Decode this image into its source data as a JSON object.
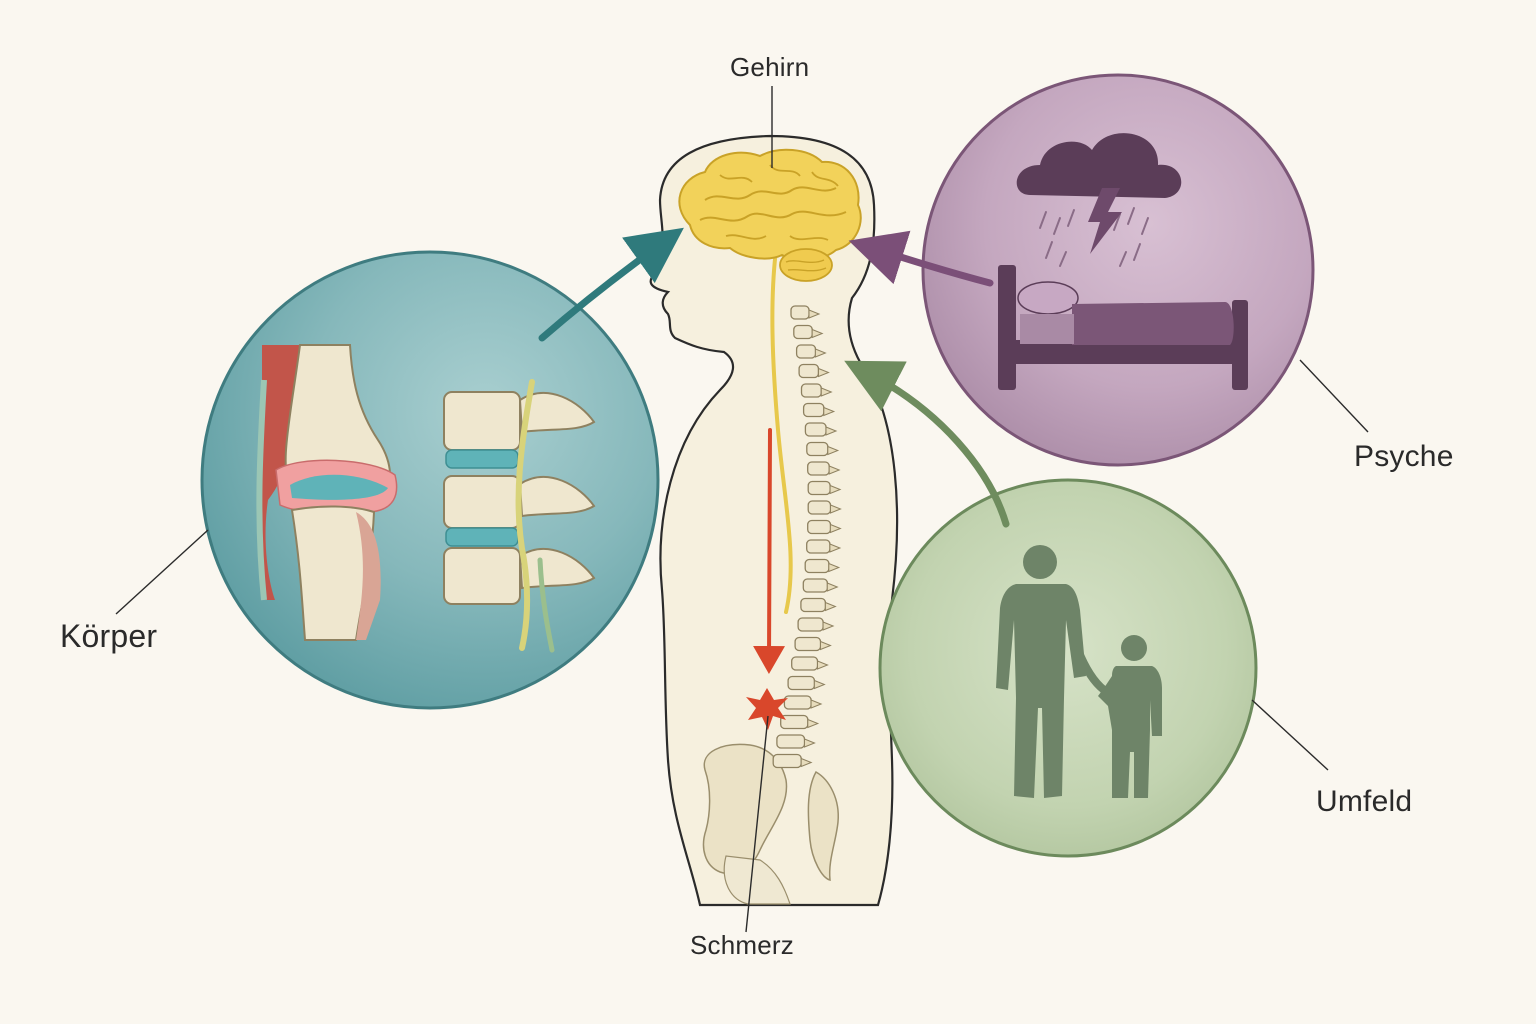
{
  "labels": {
    "brain": "Gehirn",
    "pain": "Schmerz",
    "body": "Körper",
    "psyche": "Psyche",
    "environment": "Umfeld"
  },
  "colors": {
    "background": "#faf7f0",
    "body_circle": "#4d9198",
    "psyche_circle": "#93708f",
    "environment_circle": "#93aa83",
    "brain": "#f2d25a",
    "pain": "#d9472b",
    "arrow_body": "#2f7a7c",
    "arrow_psyche": "#7b4f78",
    "arrow_environment": "#6e8c5e",
    "figure_outline": "#2b2b2b"
  },
  "icons": [
    "knee-joint-icon",
    "spine-vertebrae-icon",
    "storm-cloud-icon",
    "lightning-icon",
    "bed-icon",
    "adult-figure-icon",
    "child-figure-icon",
    "pain-star-icon",
    "brain-icon"
  ]
}
